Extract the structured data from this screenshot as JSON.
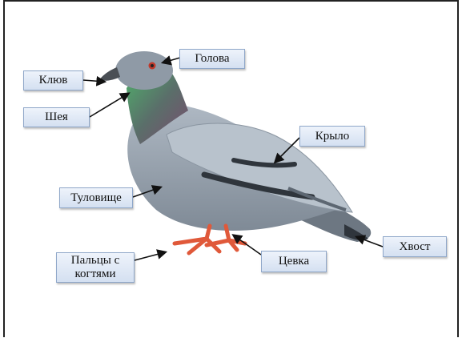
{
  "labels": {
    "head": "Голова",
    "beak": "Клюв",
    "neck": "Шея",
    "wing": "Крыло",
    "body": "Туловище",
    "tail": "Хвост",
    "toes": "Пальцы с\nкогтями",
    "tarsus": "Цевка"
  },
  "colors": {
    "plumage": "#9eaab6",
    "wing": "#b6c0ca",
    "neck_iridescent": "#4fae6a",
    "neck_purple": "#7a4a6e",
    "legs": "#e0593a",
    "label_border": "#8fa7c9"
  }
}
